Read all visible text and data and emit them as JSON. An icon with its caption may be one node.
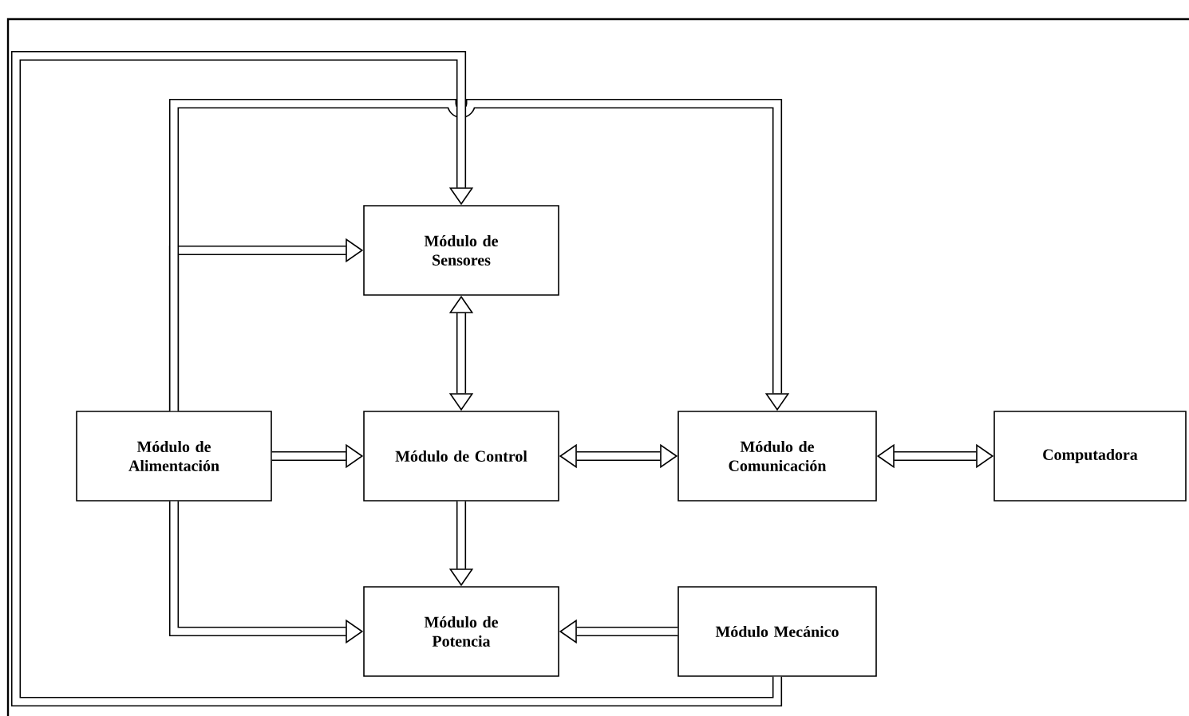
{
  "diagram": {
    "nodes": [
      {
        "text": [
          "Módulo de Sensores"
        ]
      },
      {
        "text": [
          "Módulo de Alimentación"
        ]
      },
      {
        "text": [
          "Módulo de Control"
        ]
      },
      {
        "text": [
          "Módulo de Comunicación"
        ]
      },
      {
        "text": [
          "Computadora"
        ]
      },
      {
        "text": [
          "Módulo de Potencia"
        ]
      },
      {
        "text": [
          "Módulo Mecánico"
        ]
      }
    ],
    "edges": [
      {
        "from": 1,
        "to": 0,
        "arrow": "to"
      },
      {
        "from": 1,
        "to": 3,
        "arrow": "to"
      },
      {
        "from": 6,
        "to": 0,
        "arrow": "to"
      },
      {
        "from": 0,
        "to": 2,
        "arrow": "both"
      },
      {
        "from": 1,
        "to": 2,
        "arrow": "to"
      },
      {
        "from": 2,
        "to": 3,
        "arrow": "both"
      },
      {
        "from": 3,
        "to": 4,
        "arrow": "both"
      },
      {
        "from": 2,
        "to": 5,
        "arrow": "to"
      },
      {
        "from": 1,
        "to": 5,
        "arrow": "to"
      },
      {
        "from": 6,
        "to": 5,
        "arrow": "to"
      }
    ]
  }
}
